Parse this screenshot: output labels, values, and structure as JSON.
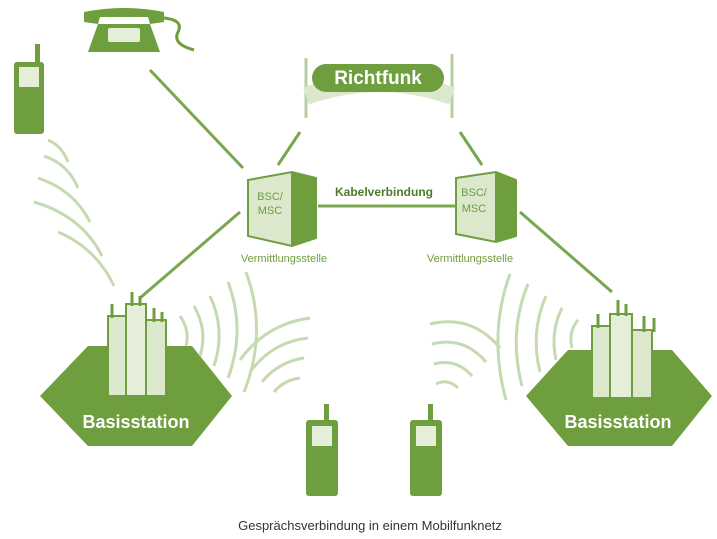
{
  "diagram": {
    "radio_link_label": "Richtfunk",
    "cable_link_label": "Kabelverbindung",
    "switch_left": {
      "box_label_line1": "BSC/",
      "box_label_line2": "MSC",
      "caption": "Vermittlungsstelle"
    },
    "switch_right": {
      "box_label_line1": "BSC/",
      "box_label_line2": "MSC",
      "caption": "Vermittlungsstelle"
    },
    "base_station_left": {
      "label": "Basisstation"
    },
    "base_station_right": {
      "label": "Basisstation"
    },
    "caption": "Gesprächsverbindung in einem Mobilfunknetz"
  },
  "colors": {
    "primary_green": "#6f9e3e",
    "light_green": "#c6dab1",
    "pale_green": "#dbe8cc",
    "text_on_green": "#ffffff",
    "caption_text": "#333333"
  },
  "icons": [
    "landline-phone-icon",
    "mobile-phone-icon",
    "radio-tower-icon",
    "switch-box-icon",
    "city-buildings-icon",
    "radio-waves-icon"
  ]
}
